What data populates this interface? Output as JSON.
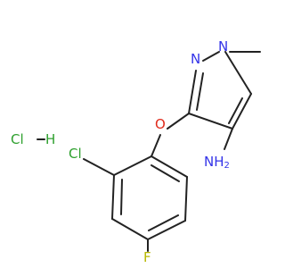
{
  "molecule": {
    "atoms": {
      "n2": "N",
      "n1": "N",
      "methyl": "",
      "o": "O",
      "nh2": "NH",
      "nh2_sub": "2",
      "cl": "Cl",
      "f": "F",
      "hcl_cl": "Cl",
      "hcl_h": "H"
    },
    "colors": {
      "bond": "#222222",
      "N": "#3333e8",
      "O": "#e02a1b",
      "Cl": "#2ea02e",
      "F": "#b8b800",
      "H": "#2ea02e"
    }
  }
}
